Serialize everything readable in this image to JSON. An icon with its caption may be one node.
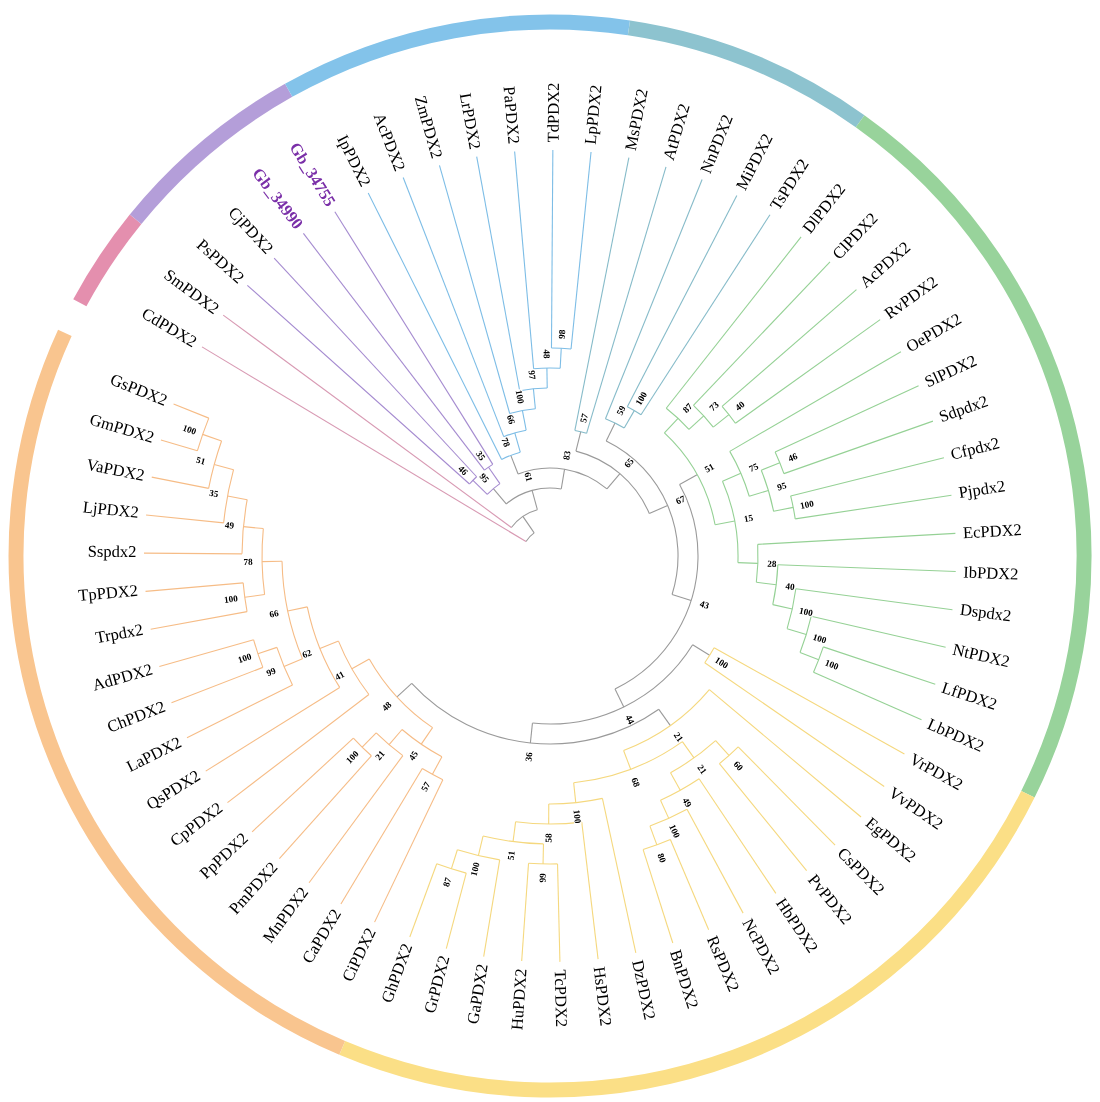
{
  "diagram": {
    "labels": [
      "CdPDX2",
      "SmPDX2",
      "PsPDX2",
      "CjPDX2",
      "Gb_34990",
      "Gb_34755",
      "IpPDX2",
      "AcPDX2",
      "ZmPDX2",
      "LrPDX2",
      "PaPDX2",
      "TdPDX2",
      "LpPDX2",
      "MsPDX2",
      "AtPDX2",
      "NnPDX2",
      "MiPDX2",
      "TsPDX2",
      "DlPDX2",
      "ClPDX2",
      "AcPDX2",
      "RvPDX2",
      "OePDX2",
      "SlPDX2",
      "Sdpdx2",
      "Cfpdx2",
      "Pjpdx2",
      "EcPDX2",
      "IbPDX2",
      "Dspdx2",
      "NtPDX2",
      "LfPDX2",
      "LbPDX2",
      "VrPDX2",
      "VvPDX2",
      "EgPDX2",
      "CsPDX2",
      "PvPDX2",
      "HbPDX2",
      "NcPDX2",
      "RsPDX2",
      "BnPDX2",
      "DzPDX2",
      "HsPDX2",
      "TcPDX2",
      "HuPDX2",
      "GaPDX2",
      "GrPDX2",
      "GhPDX2",
      "CiPDX2",
      "CaPDX2",
      "MnPDX2",
      "PmPDX2",
      "PpPDX2",
      "CpPDX2",
      "QsPDX2",
      "LaPDX2",
      "ChPDX2",
      "AdPDX2",
      "Trpdx2",
      "TpPDX2",
      "Sspdx2",
      "LjPDX2",
      "VaPDX2",
      "GmPDX2",
      "GsPDX2",
      "46",
      "35",
      "95",
      "98",
      "48",
      "97",
      "100",
      "66",
      "78",
      "57",
      "100",
      "59",
      "40",
      "73",
      "87",
      "46",
      "100",
      "95",
      "75",
      "100",
      "100",
      "100",
      "40",
      "28",
      "15",
      "51",
      "100",
      "60",
      "80",
      "100",
      "49",
      "21",
      "99",
      "87",
      "100",
      "51",
      "58",
      "100",
      "68",
      "21",
      "57",
      "100",
      "21",
      "45",
      "100",
      "99",
      "100",
      "100",
      "51",
      "35",
      "49",
      "78",
      "66",
      "62",
      "41",
      "48",
      "36",
      "44",
      "43",
      "67",
      "65",
      "83",
      "61"
    ]
  }
}
